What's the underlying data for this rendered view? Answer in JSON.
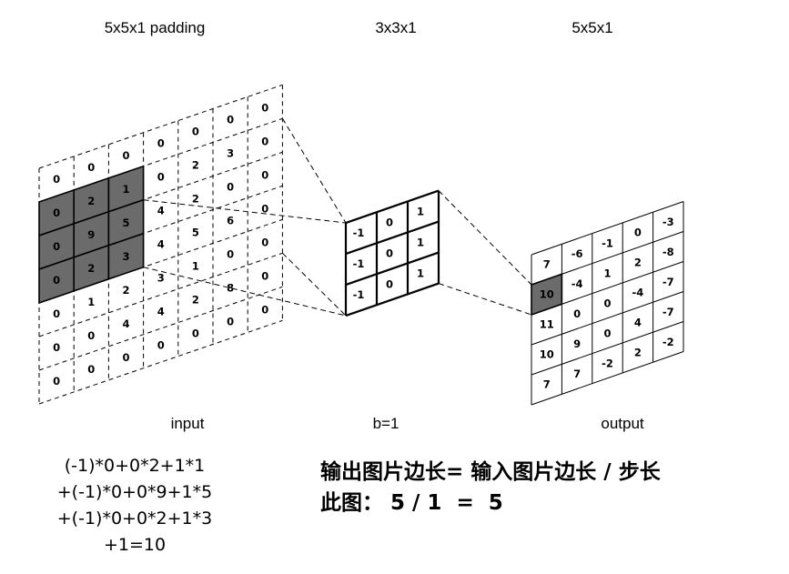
{
  "titles": {
    "input": "5x5x1  padding",
    "kernel": "3x3x1",
    "output": "5x5x1"
  },
  "labels": {
    "input": "input",
    "bias": "b=1",
    "output": "output"
  },
  "input_grid": [
    [
      "0",
      "0",
      "0",
      "0",
      "0",
      "0",
      "0"
    ],
    [
      "0",
      "2",
      "1",
      "0",
      "2",
      "3",
      "0"
    ],
    [
      "0",
      "9",
      "5",
      "4",
      "2",
      "0",
      "0"
    ],
    [
      "0",
      "2",
      "3",
      "4",
      "5",
      "6",
      "0"
    ],
    [
      "0",
      "1",
      "2",
      "3",
      "1",
      "0",
      "0"
    ],
    [
      "0",
      "0",
      "4",
      "4",
      "2",
      "8",
      "0"
    ],
    [
      "0",
      "0",
      "0",
      "0",
      "0",
      "0",
      "0"
    ]
  ],
  "kernel_grid": [
    [
      "-1",
      "0",
      "1"
    ],
    [
      "-1",
      "0",
      "1"
    ],
    [
      "-1",
      "0",
      "1"
    ]
  ],
  "output_grid": [
    [
      "7",
      "-6",
      "-1",
      "0",
      "-3"
    ],
    [
      "10",
      "-4",
      "1",
      "2",
      "-8"
    ],
    [
      "11",
      "0",
      "0",
      "-4",
      "-7"
    ],
    [
      "10",
      "9",
      "0",
      "4",
      "-7"
    ],
    [
      "7",
      "7",
      "-2",
      "2",
      "-2"
    ]
  ],
  "highlight": {
    "input_cells": [
      [
        1,
        1
      ],
      [
        1,
        2
      ],
      [
        2,
        1
      ],
      [
        2,
        2
      ],
      [
        3,
        1
      ],
      [
        3,
        2
      ],
      [
        1,
        0
      ],
      [
        2,
        0
      ],
      [
        3,
        0
      ]
    ],
    "output_cell": [
      1,
      0
    ],
    "fill_color": "#6b6b6b"
  },
  "calculation": [
    "(-1)*0+0*2+1*1",
    "+(-1)*0+0*9+1*5",
    "+(-1)*0+0*2+1*3",
    "+1=10"
  ],
  "note": [
    "输出图片边长= 输入图片边长 / 步长",
    "此图： 5 / 1  =  5"
  ]
}
